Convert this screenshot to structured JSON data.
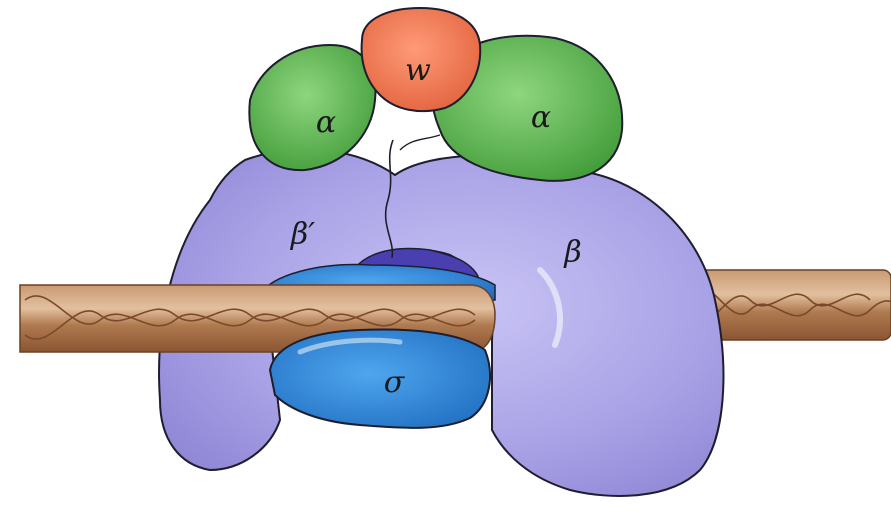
{
  "labels": {
    "omega": "w",
    "alpha_left": "α",
    "alpha_right": "α",
    "beta_prime": "β′",
    "beta": "β",
    "sigma": "σ"
  },
  "colors": {
    "beta_purple": "#a9a2e6",
    "beta_shadow": "#8d84d4",
    "dark_cleft": "#4a3fb0",
    "alpha_green": "#56b24a",
    "omega_orange": "#f07a55",
    "sigma_blue": "#2a7fd0",
    "dna_brown": "#b7825a",
    "outline": "#222222"
  }
}
